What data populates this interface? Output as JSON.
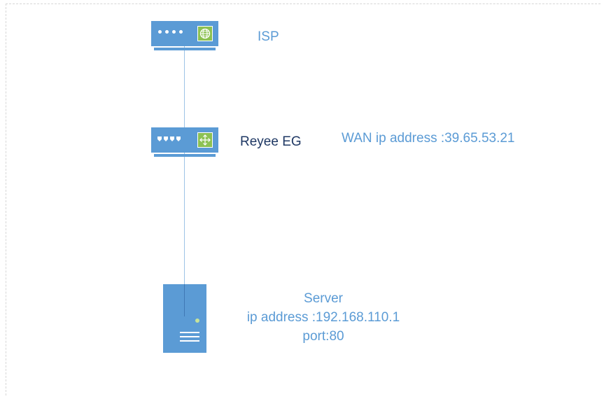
{
  "diagram": {
    "nodes": {
      "isp": {
        "label": "ISP",
        "icon": "globe-icon",
        "color": "#5b9bd5",
        "badge_color": "#8cc152"
      },
      "router": {
        "label": "Reyee EG",
        "icon": "router-arrows-icon",
        "annotation": "WAN ip address :39.65.53.21",
        "color": "#5b9bd5",
        "badge_color": "#8cc152"
      },
      "server": {
        "icon": "server-icon",
        "title": "Server",
        "ip_line": "ip address :192.168.110.1",
        "port_line": "port:80",
        "color": "#5b9bd5"
      }
    },
    "links": [
      {
        "from": "isp",
        "to": "router"
      },
      {
        "from": "router",
        "to": "server"
      }
    ],
    "label_color": "#5b9bd5",
    "line_color": "#9dc3e6"
  }
}
